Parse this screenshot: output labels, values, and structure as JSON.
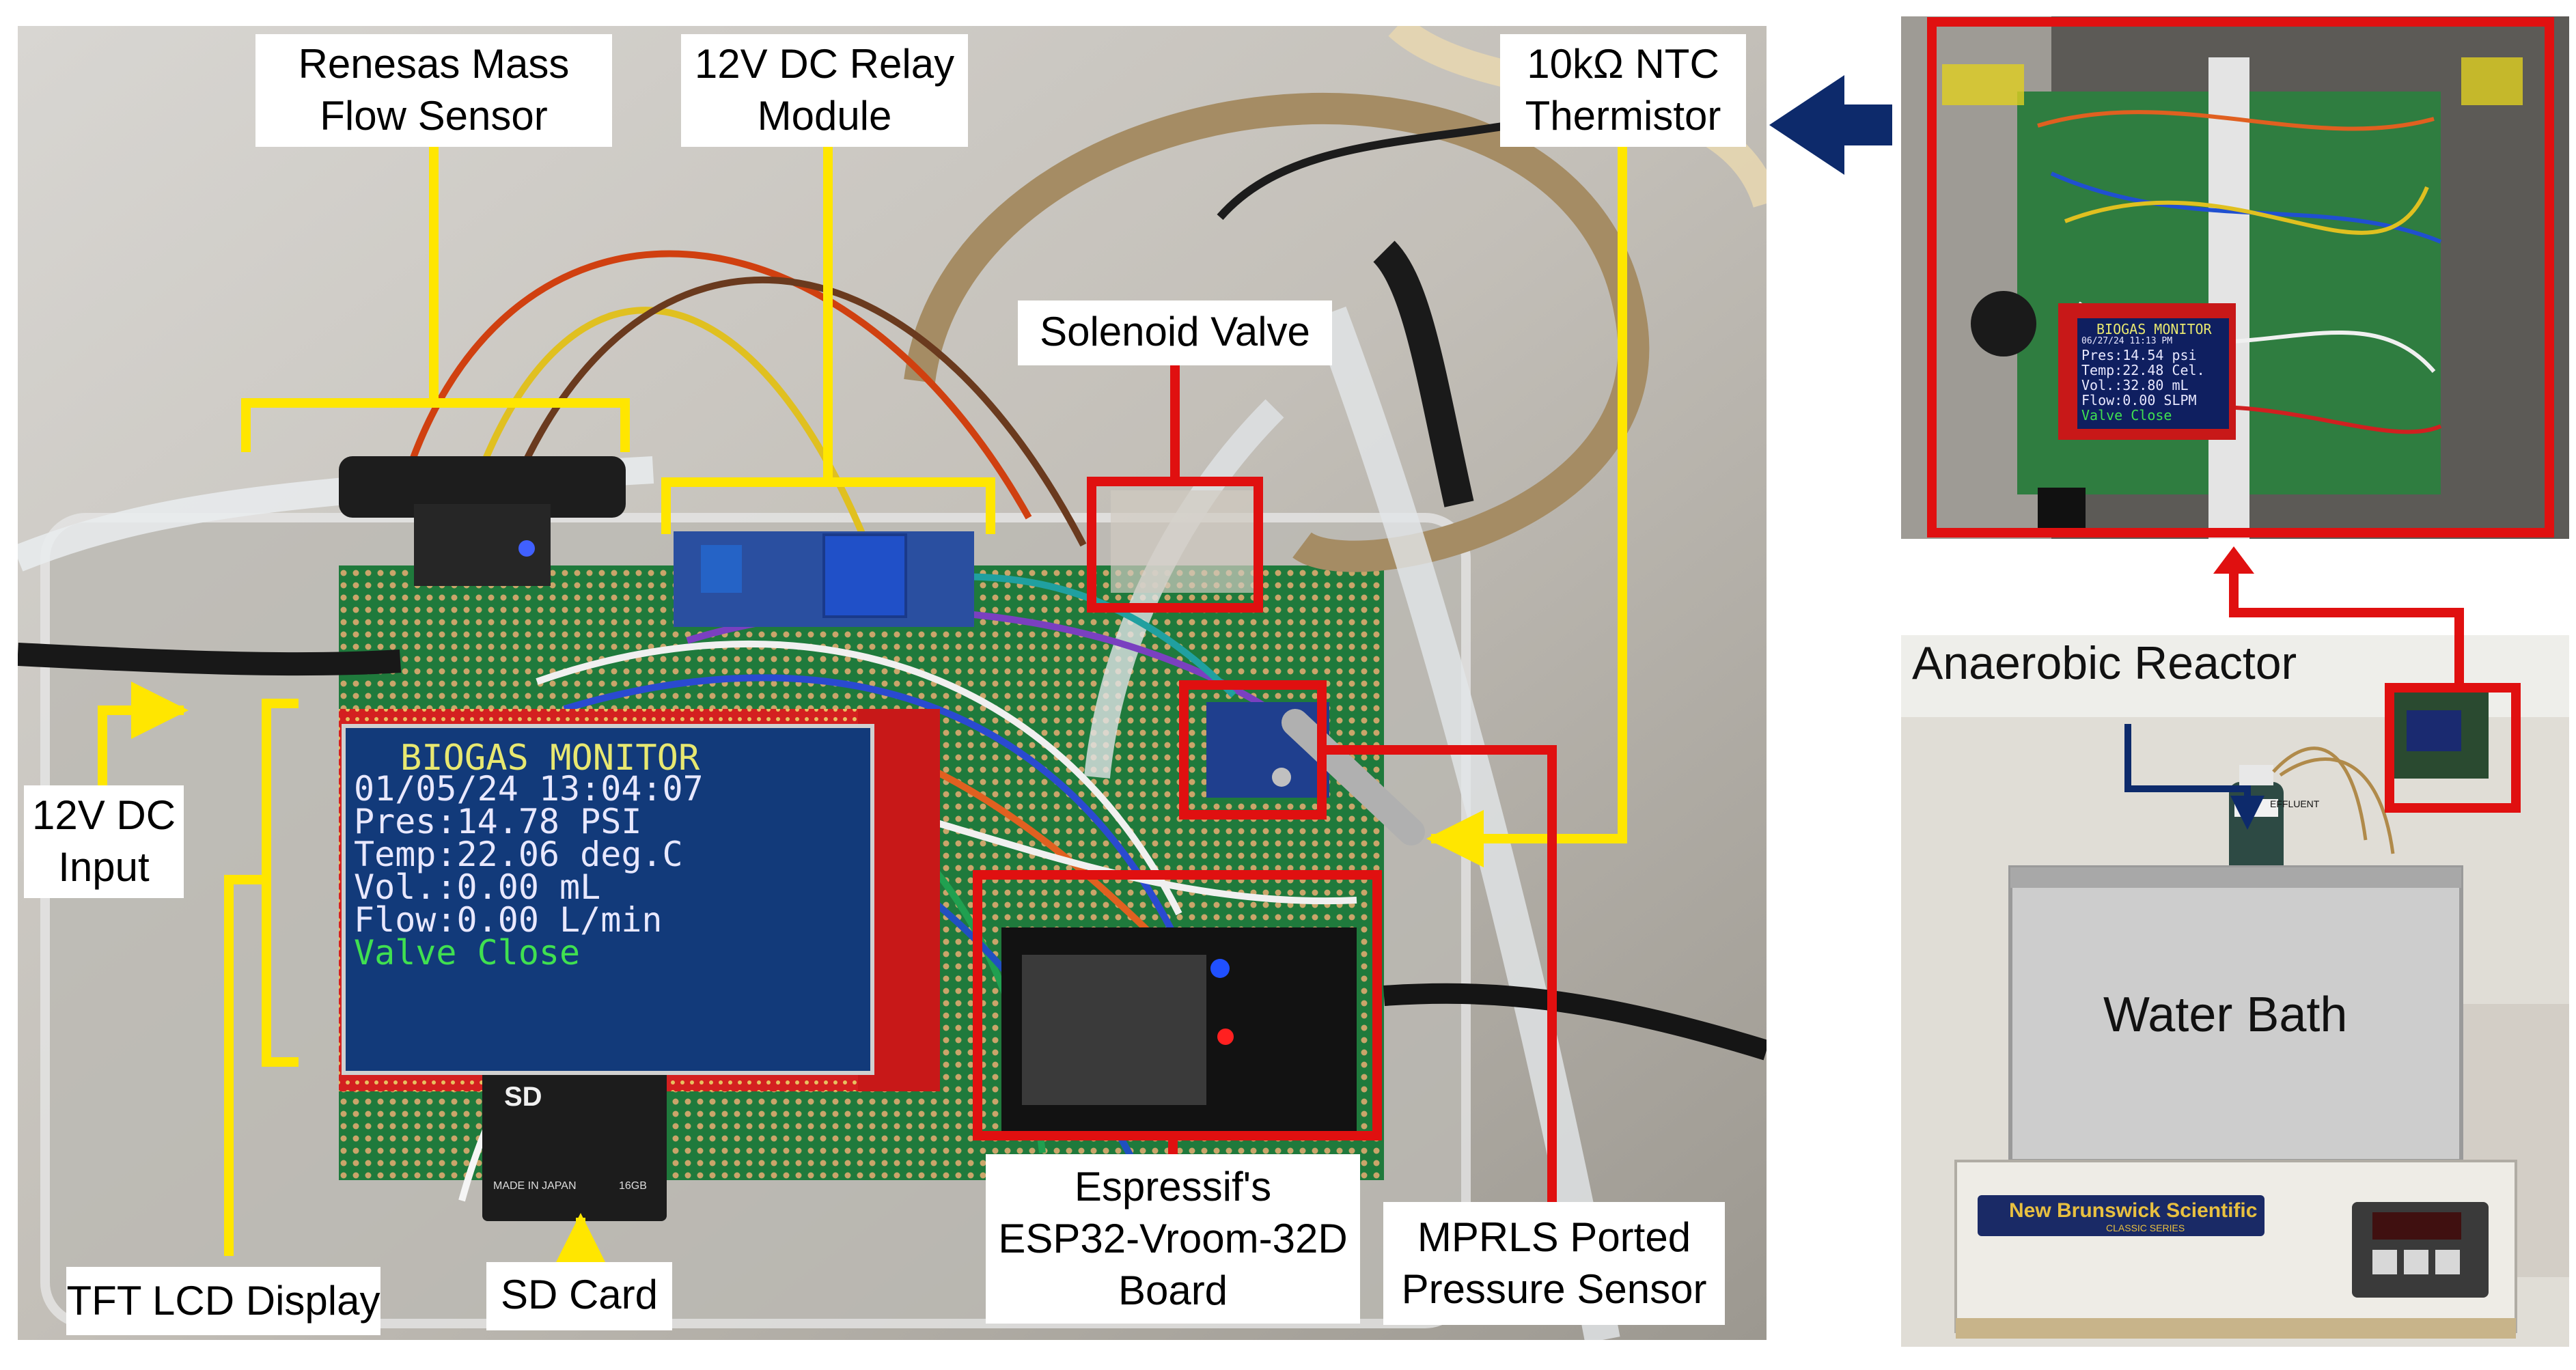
{
  "callouts": {
    "mass_flow": "Renesas Mass\nFlow Sensor",
    "relay": "12V DC Relay\nModule",
    "thermistor": "10kΩ NTC\nThermistor",
    "solenoid": "Solenoid Valve",
    "dc_input": "12V DC\nInput",
    "tft": "TFT LCD Display",
    "sd": "SD Card",
    "esp32": "Espressif's\nESP32-Vroom-32D\nBoard",
    "mprls": "MPRLS Ported\nPressure Sensor"
  },
  "lcd_main": {
    "title": "BIOGAS MONITOR",
    "datetime": "01/05/24 13:04:07",
    "pressure": "Pres:14.78 PSI",
    "temperature": "Temp:22.06 deg.C",
    "volume": "Vol.:0.00 mL",
    "flow": "Flow:0.00 L/min",
    "valve": "Valve Close"
  },
  "lcd_small": {
    "title": "BIOGAS MONITOR",
    "line1": "06/27/24 11:13 PM",
    "line2": "Pres:14.54 psi",
    "line3": "Temp:22.48 Cel.",
    "line4": "Vol.:32.80 mL",
    "line5": "Flow:0.00 SLPM",
    "line6": "Valve Close"
  },
  "sd_card": {
    "brand": "SD",
    "capacity": "16GB",
    "origin": "MADE IN JAPAN"
  },
  "lab": {
    "reactor_label": "Anaerobic Reactor",
    "bath_label": "Water Bath",
    "brand": "New Brunswick Scientific",
    "series": "CLASSIC SERIES",
    "bottle": "EFFLUENT"
  },
  "colors": {
    "highlight_red": "#e01010",
    "leader_yellow": "#ffe600",
    "arrow_navy": "#0d2a6b",
    "lcd_yellow": "#e8e870",
    "lcd_green": "#40e050",
    "lcd_white": "#e8e8ff"
  }
}
